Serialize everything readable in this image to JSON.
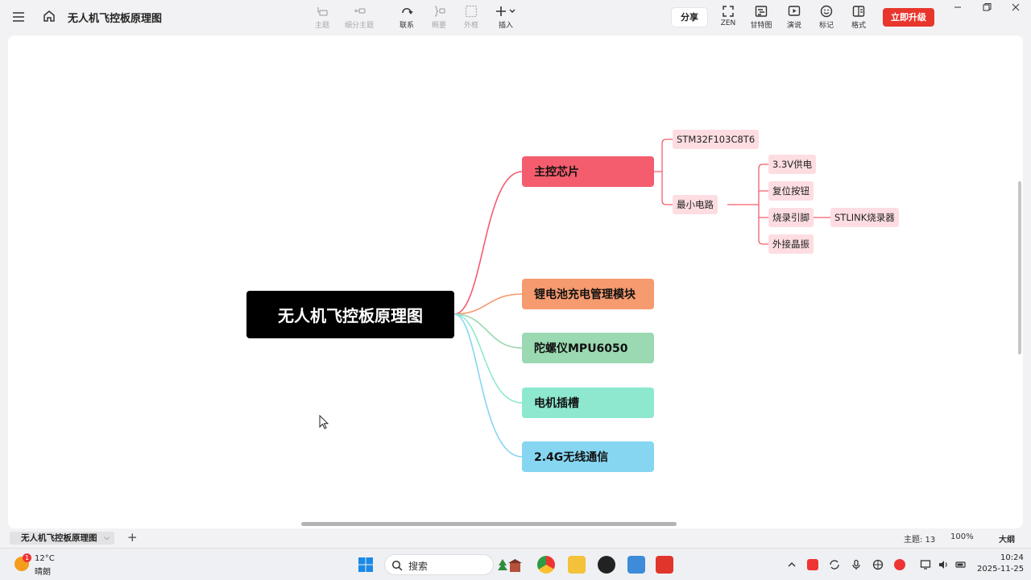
{
  "app": {
    "doc_title": "无人机飞控板原理图"
  },
  "toolbar": {
    "topic": "主题",
    "subtopic": "细分主题",
    "relation": "联系",
    "summary": "概要",
    "boundary": "外框",
    "insert": "插入",
    "share": "分享",
    "zen": "ZEN",
    "gantt": "甘特图",
    "present": "演说",
    "marker": "标记",
    "format": "格式",
    "upgrade": "立即升级"
  },
  "mindmap": {
    "root": "无人机飞控板原理图",
    "branches": [
      {
        "label": "主控芯片",
        "color": "#f45d6d"
      },
      {
        "label": "锂电池充电管理模块",
        "color": "#f69a6f"
      },
      {
        "label": "陀螺仪MPU6050",
        "color": "#9ad9b1"
      },
      {
        "label": "电机插槽",
        "color": "#8ee8d0"
      },
      {
        "label": "2.4G无线通信",
        "color": "#86d6f2"
      }
    ],
    "chip_children": [
      "STM32F103C8T6",
      "最小电路"
    ],
    "circuit_children": [
      "3.3V供电",
      "复位按钮",
      "烧录引脚",
      "外接晶振"
    ],
    "programmer": "STLINK烧录器"
  },
  "status": {
    "sheet": "无人机飞控板原理图",
    "topic_count": "主题: 13",
    "zoom": "100%",
    "outline": "大纲"
  },
  "taskbar": {
    "temp": "12°C",
    "weather": "晴朗",
    "badge": "1",
    "search": "搜索",
    "time": "10:24",
    "date": "2025-11-25"
  }
}
